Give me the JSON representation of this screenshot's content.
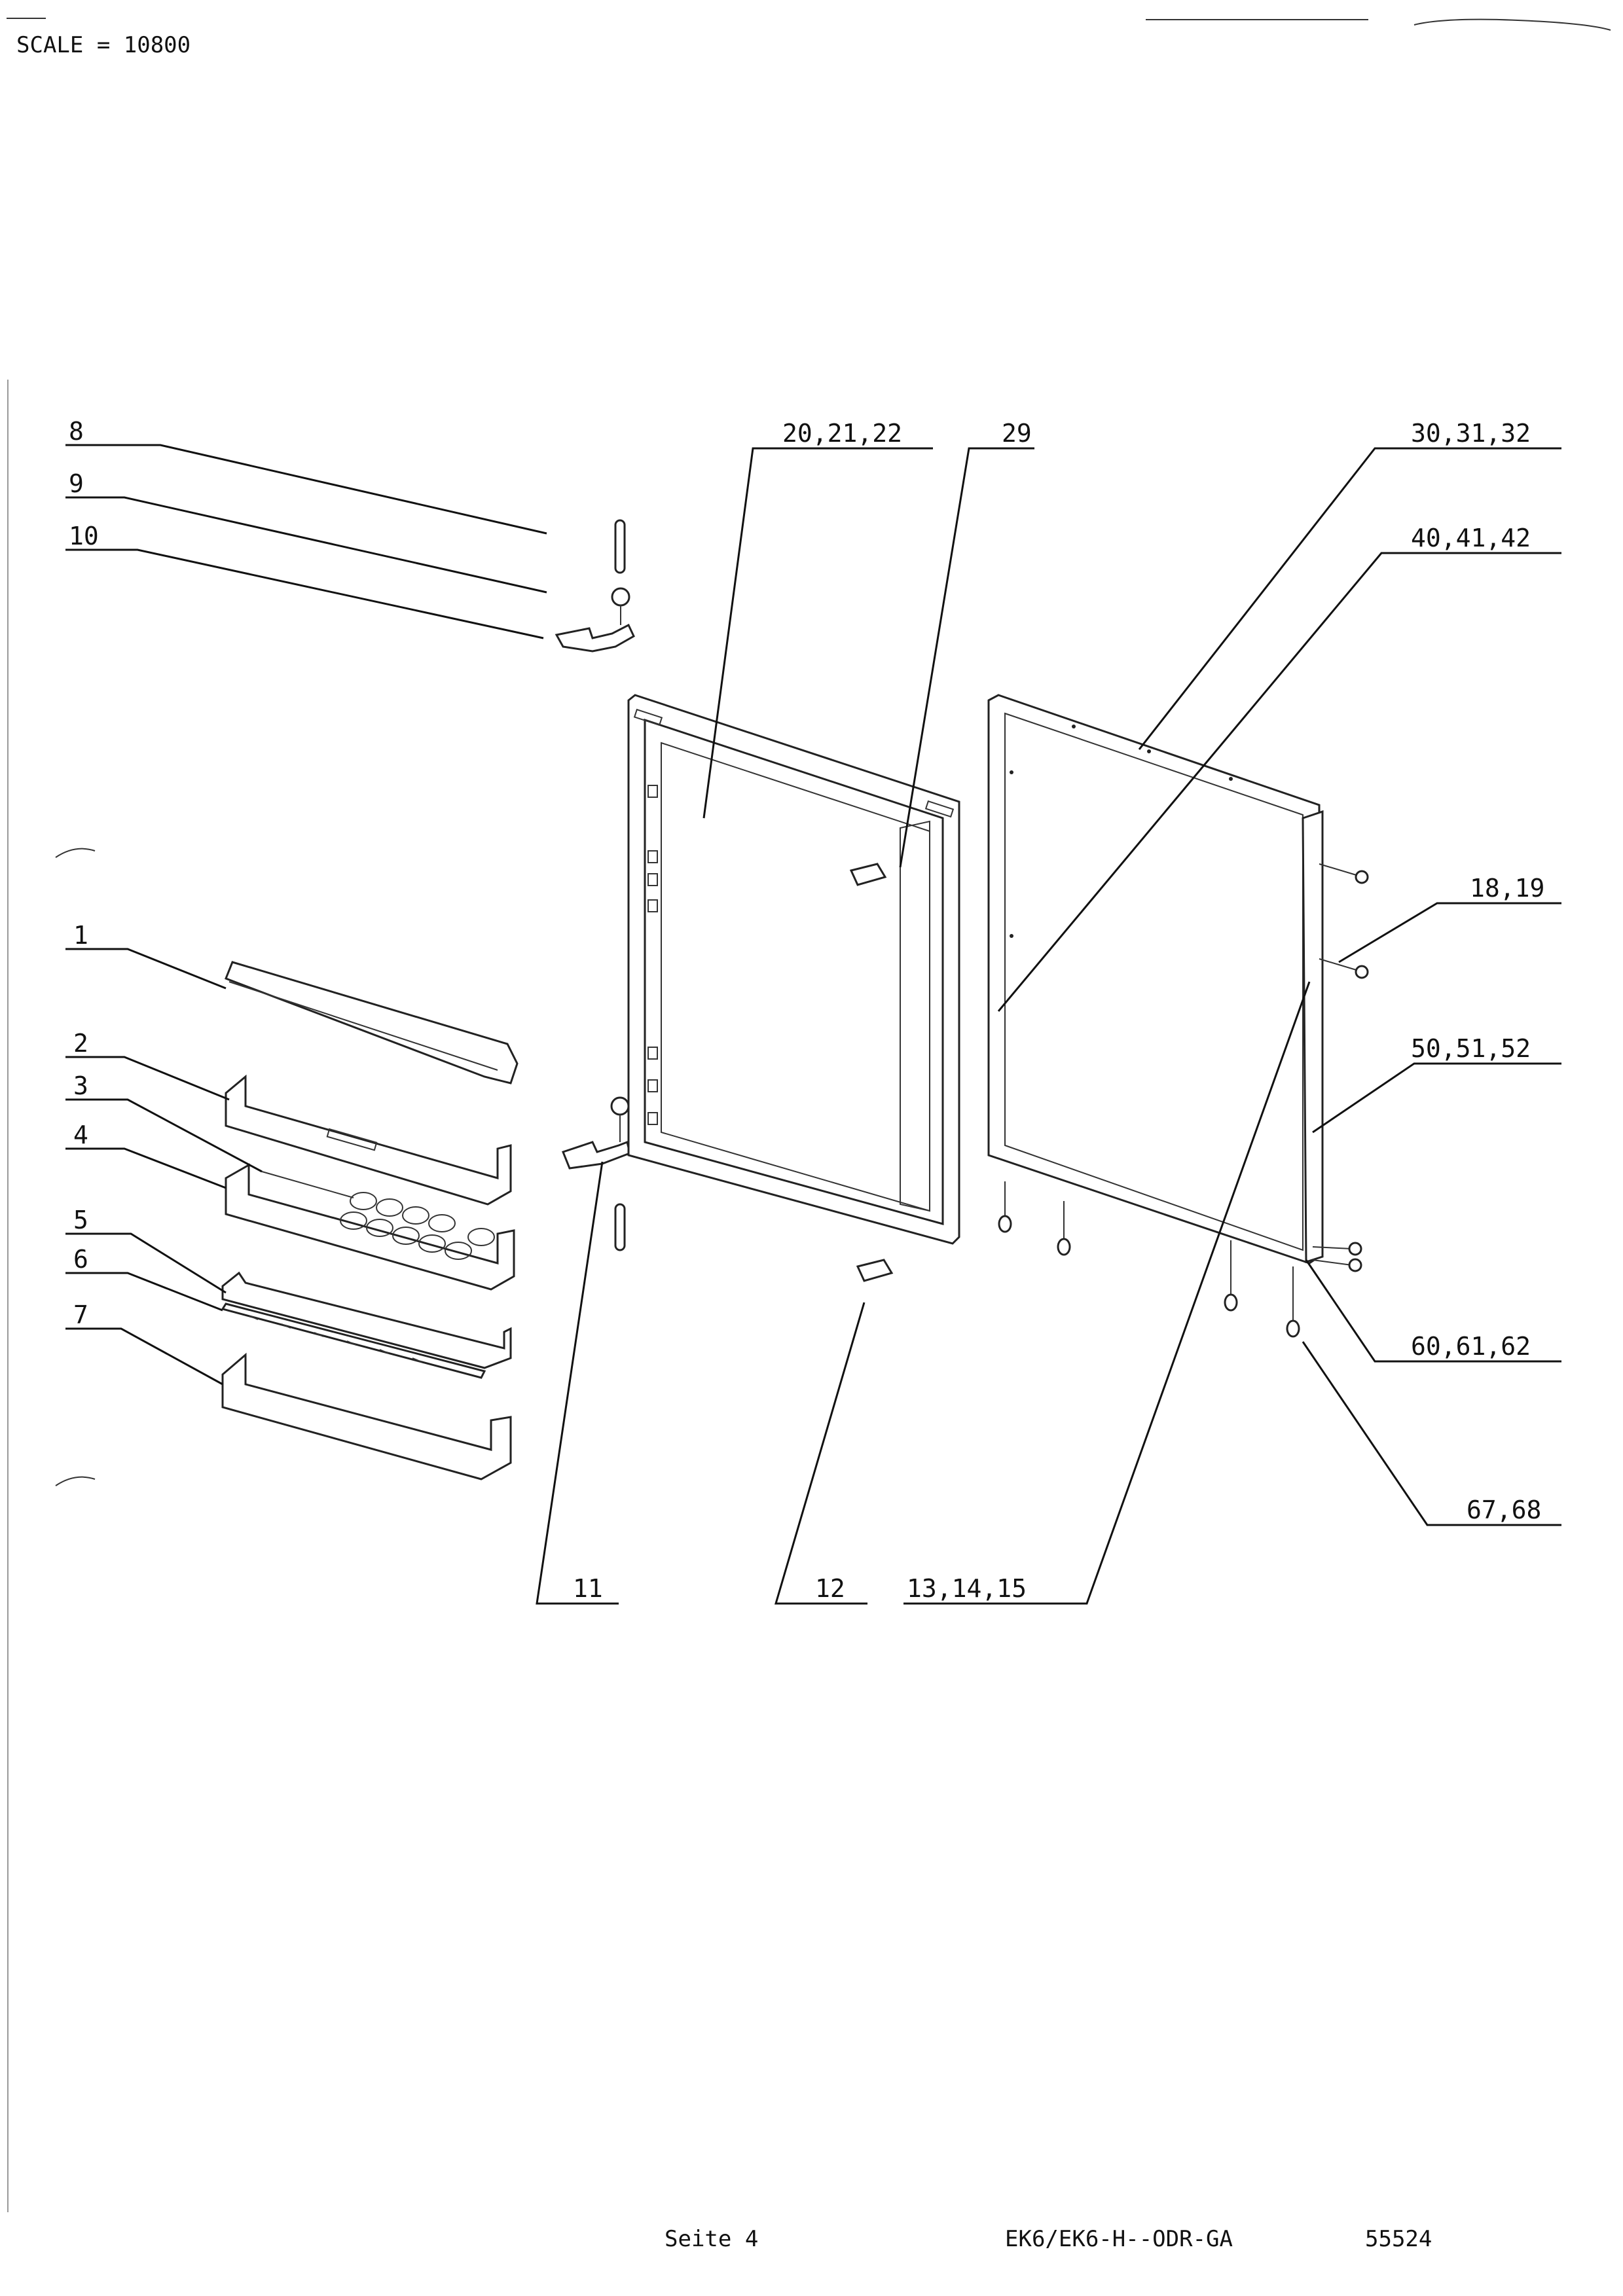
{
  "header": {
    "scale": "SCALE = 10800"
  },
  "footer": {
    "page": "Seite 4",
    "model": "EK6/EK6-H--ODR-GA",
    "code": "55524"
  },
  "callouts": {
    "c8": "8",
    "c9": "9",
    "c10": "10",
    "c1": "1",
    "c2": "2",
    "c3": "3",
    "c4": "4",
    "c5": "5",
    "c6": "6",
    "c7": "7",
    "c11": "11",
    "c12": "12",
    "c13": "13,14,15",
    "c20": "20,21,22",
    "c29": "29",
    "c30": "30,31,32",
    "c40": "40,41,42",
    "c18": "18,19",
    "c50": "50,51,52",
    "c60": "60,61,62",
    "c67": "67,68"
  }
}
